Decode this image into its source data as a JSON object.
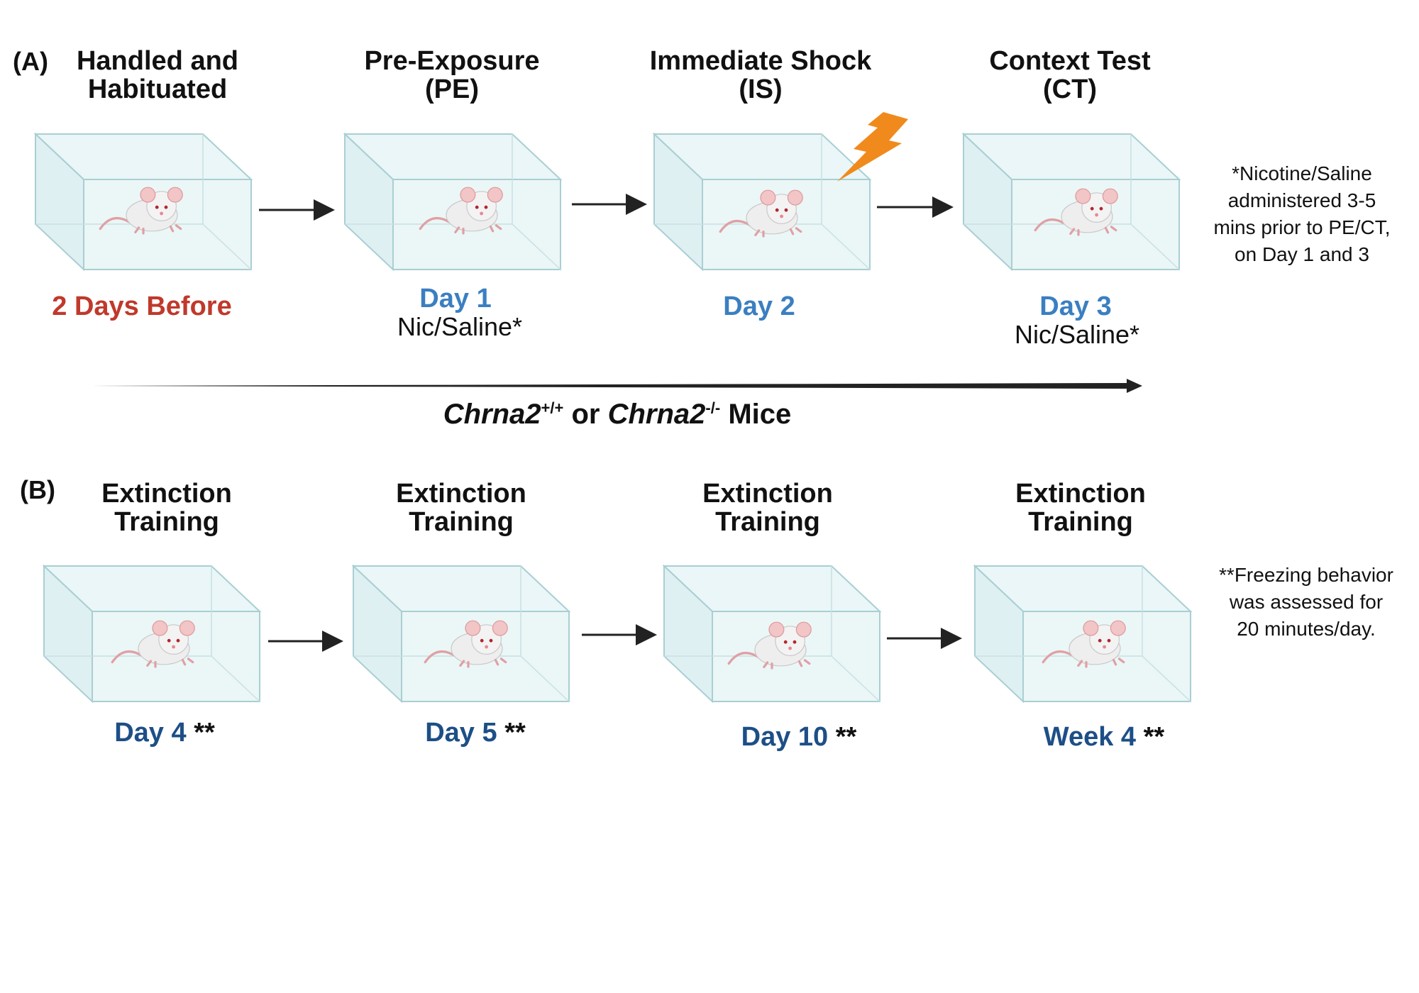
{
  "panel_a": {
    "label": "(A)",
    "stages": [
      {
        "title_line1": "Handled and",
        "title_line2": "Habituated",
        "day": "2 Days Before",
        "sub": ""
      },
      {
        "title_line1": "Pre-Exposure",
        "title_line2": "(PE)",
        "day": "Day 1",
        "sub": "Nic/Saline*"
      },
      {
        "title_line1": "Immediate Shock",
        "title_line2": "(IS)",
        "day": "Day 2",
        "sub": ""
      },
      {
        "title_line1": "Context Test",
        "title_line2": "(CT)",
        "day": "Day 3",
        "sub": "Nic/Saline*"
      }
    ],
    "note_lines": [
      "*Nicotine/Saline",
      "administered 3-5",
      "mins prior to PE/CT,",
      "on Day 1 and 3"
    ],
    "timeline": {
      "gene": "Chrna2",
      "sup_wt": "+/+",
      "connector": "or",
      "sup_ko": "-/-",
      "suffix": "Mice"
    }
  },
  "panel_b": {
    "label": "(B)",
    "stages": [
      {
        "title_line1": "Extinction",
        "title_line2": "Training",
        "day": "Day 4",
        "stars": "**"
      },
      {
        "title_line1": "Extinction",
        "title_line2": "Training",
        "day": "Day 5",
        "stars": "**"
      },
      {
        "title_line1": "Extinction",
        "title_line2": "Training",
        "day": "Day 10",
        "stars": "**"
      },
      {
        "title_line1": "Extinction",
        "title_line2": "Training",
        "day": "Week 4",
        "stars": "**"
      }
    ],
    "note_lines": [
      "**Freezing behavior",
      "was assessed for",
      "20 minutes/day."
    ]
  },
  "colors": {
    "red_day": "#c0392b",
    "blue_day": "#3a7fc1",
    "navy_day": "#1d4f86",
    "lightning": "#f08a1c",
    "box_fill": "#e6f4f5",
    "box_edge": "#a9cfd3"
  }
}
